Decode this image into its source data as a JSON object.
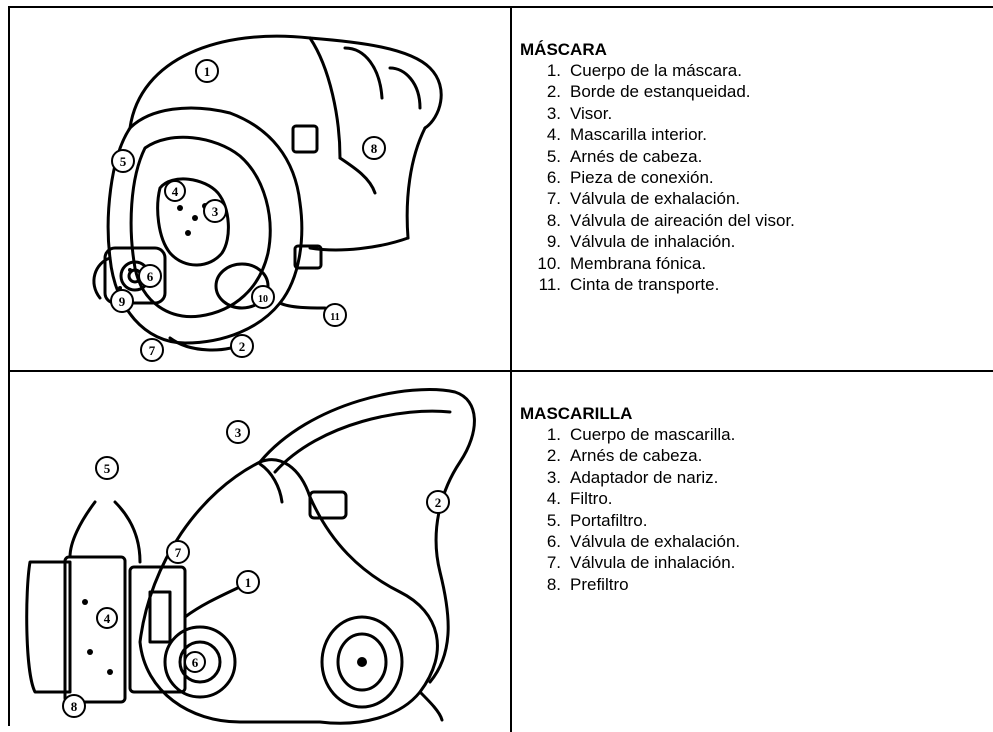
{
  "sections": [
    {
      "title": "MÁSCARA",
      "items": [
        {
          "num": "1.",
          "text": "Cuerpo de la máscara."
        },
        {
          "num": "2.",
          "text": "Borde de estanqueidad."
        },
        {
          "num": "3.",
          "text": "Visor."
        },
        {
          "num": "4.",
          "text": "Mascarilla interior."
        },
        {
          "num": "5.",
          "text": "Arnés de cabeza."
        },
        {
          "num": "6.",
          "text": "Pieza de conexión."
        },
        {
          "num": "7.",
          "text": "Válvula de exhalación."
        },
        {
          "num": "8.",
          "text": "Válvula de aireación del visor."
        },
        {
          "num": "9.",
          "text": "Válvula de inhalación."
        },
        {
          "num": "10.",
          "text": "Membrana fónica."
        },
        {
          "num": "11.",
          "text": "Cinta de transporte."
        }
      ],
      "callouts": [
        "1",
        "2",
        "3",
        "4",
        "5",
        "6",
        "7",
        "8",
        "9",
        "10",
        "11"
      ]
    },
    {
      "title": "MASCARILLA",
      "items": [
        {
          "num": "1.",
          "text": "Cuerpo de mascarilla."
        },
        {
          "num": "2.",
          "text": "Arnés de cabeza."
        },
        {
          "num": "3.",
          "text": "Adaptador de nariz."
        },
        {
          "num": "4.",
          "text": "Filtro."
        },
        {
          "num": "5.",
          "text": "Portafiltro."
        },
        {
          "num": "6.",
          "text": "Válvula de exhalación."
        },
        {
          "num": "7.",
          "text": "Válvula de inhalación."
        },
        {
          "num": "8.",
          "text": "Prefiltro"
        }
      ],
      "callouts": [
        "1",
        "2",
        "3",
        "4",
        "5",
        "6",
        "7",
        "8"
      ]
    }
  ]
}
